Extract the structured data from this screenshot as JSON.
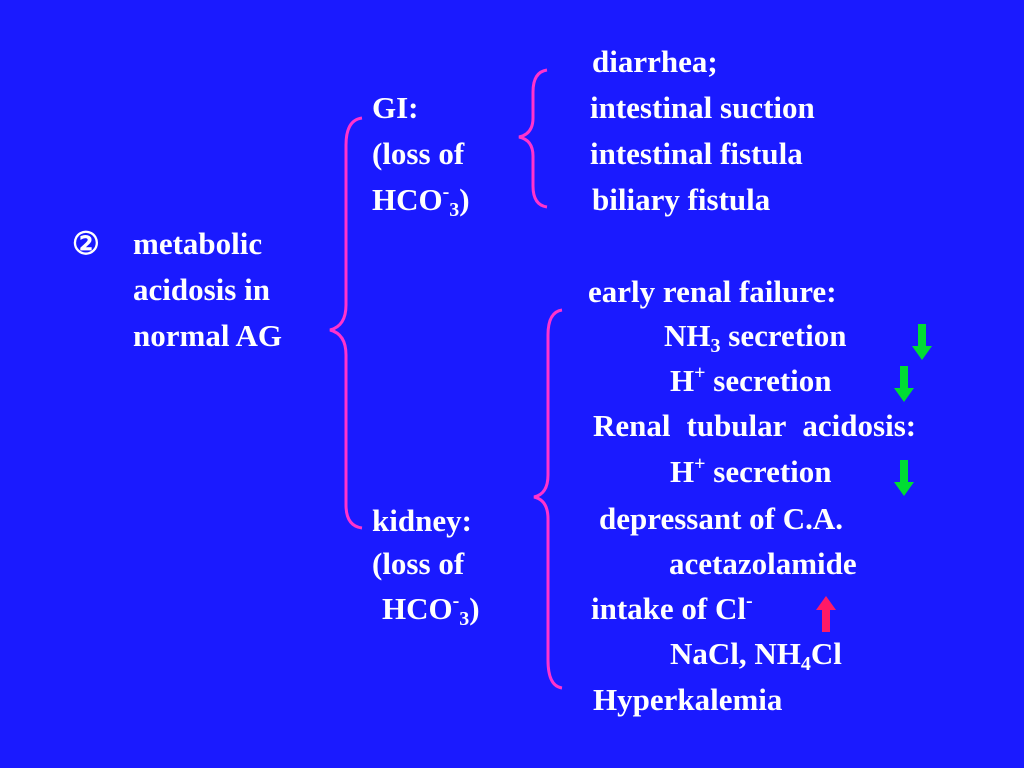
{
  "items": {
    "marker": "②",
    "title": [
      "metabolic",
      "acidosis in",
      "normal AG"
    ],
    "gi": {
      "line1": "GI:",
      "line2": "(loss of",
      "hco": "HCO",
      "minus": "-",
      "three": "3",
      "paren": ")"
    },
    "gi_causes": [
      "diarrhea;",
      "intestinal suction",
      "intestinal fistula",
      "biliary fistula"
    ],
    "kidney": {
      "line1": "kidney:",
      "line2": "(loss of",
      "hco": "HCO",
      "minus": "-",
      "three": "3",
      "paren": ")"
    },
    "renal": {
      "failure": "early renal failure:",
      "nh3": {
        "nh": "NH",
        "sub": "3",
        "rest": " secretion"
      },
      "h1": {
        "h": "H",
        "sup": "+",
        "rest": " secretion"
      },
      "rta": [
        "Renal",
        "tubular",
        "acidosis:"
      ],
      "h2": {
        "h": "H",
        "sup": "+",
        "rest": " secretion"
      },
      "ca": "depressant of C.A.",
      "aceta": "acetazolamide",
      "cl": {
        "text": "intake of Cl",
        "sup": "-"
      },
      "nacl": {
        "a": "NaCl,  NH",
        "sub": "4",
        "b": "Cl"
      },
      "hyper": "Hyperkalemia"
    }
  },
  "arrows": [
    {
      "name": "nh3-secretion-decrease-arrow",
      "direction": "down",
      "color": "#00dd33"
    },
    {
      "name": "h-secretion-decrease-arrow-1",
      "direction": "down",
      "color": "#00dd33"
    },
    {
      "name": "h-secretion-decrease-arrow-2",
      "direction": "down",
      "color": "#00dd33"
    },
    {
      "name": "cl-intake-increase-arrow",
      "direction": "up",
      "color": "#ff1a66"
    }
  ],
  "colors": {
    "background": "#1a1aff",
    "text": "#ffffff",
    "brace": "#ff33cc",
    "down_arrow": "#00dd33",
    "up_arrow": "#ff1a66"
  }
}
